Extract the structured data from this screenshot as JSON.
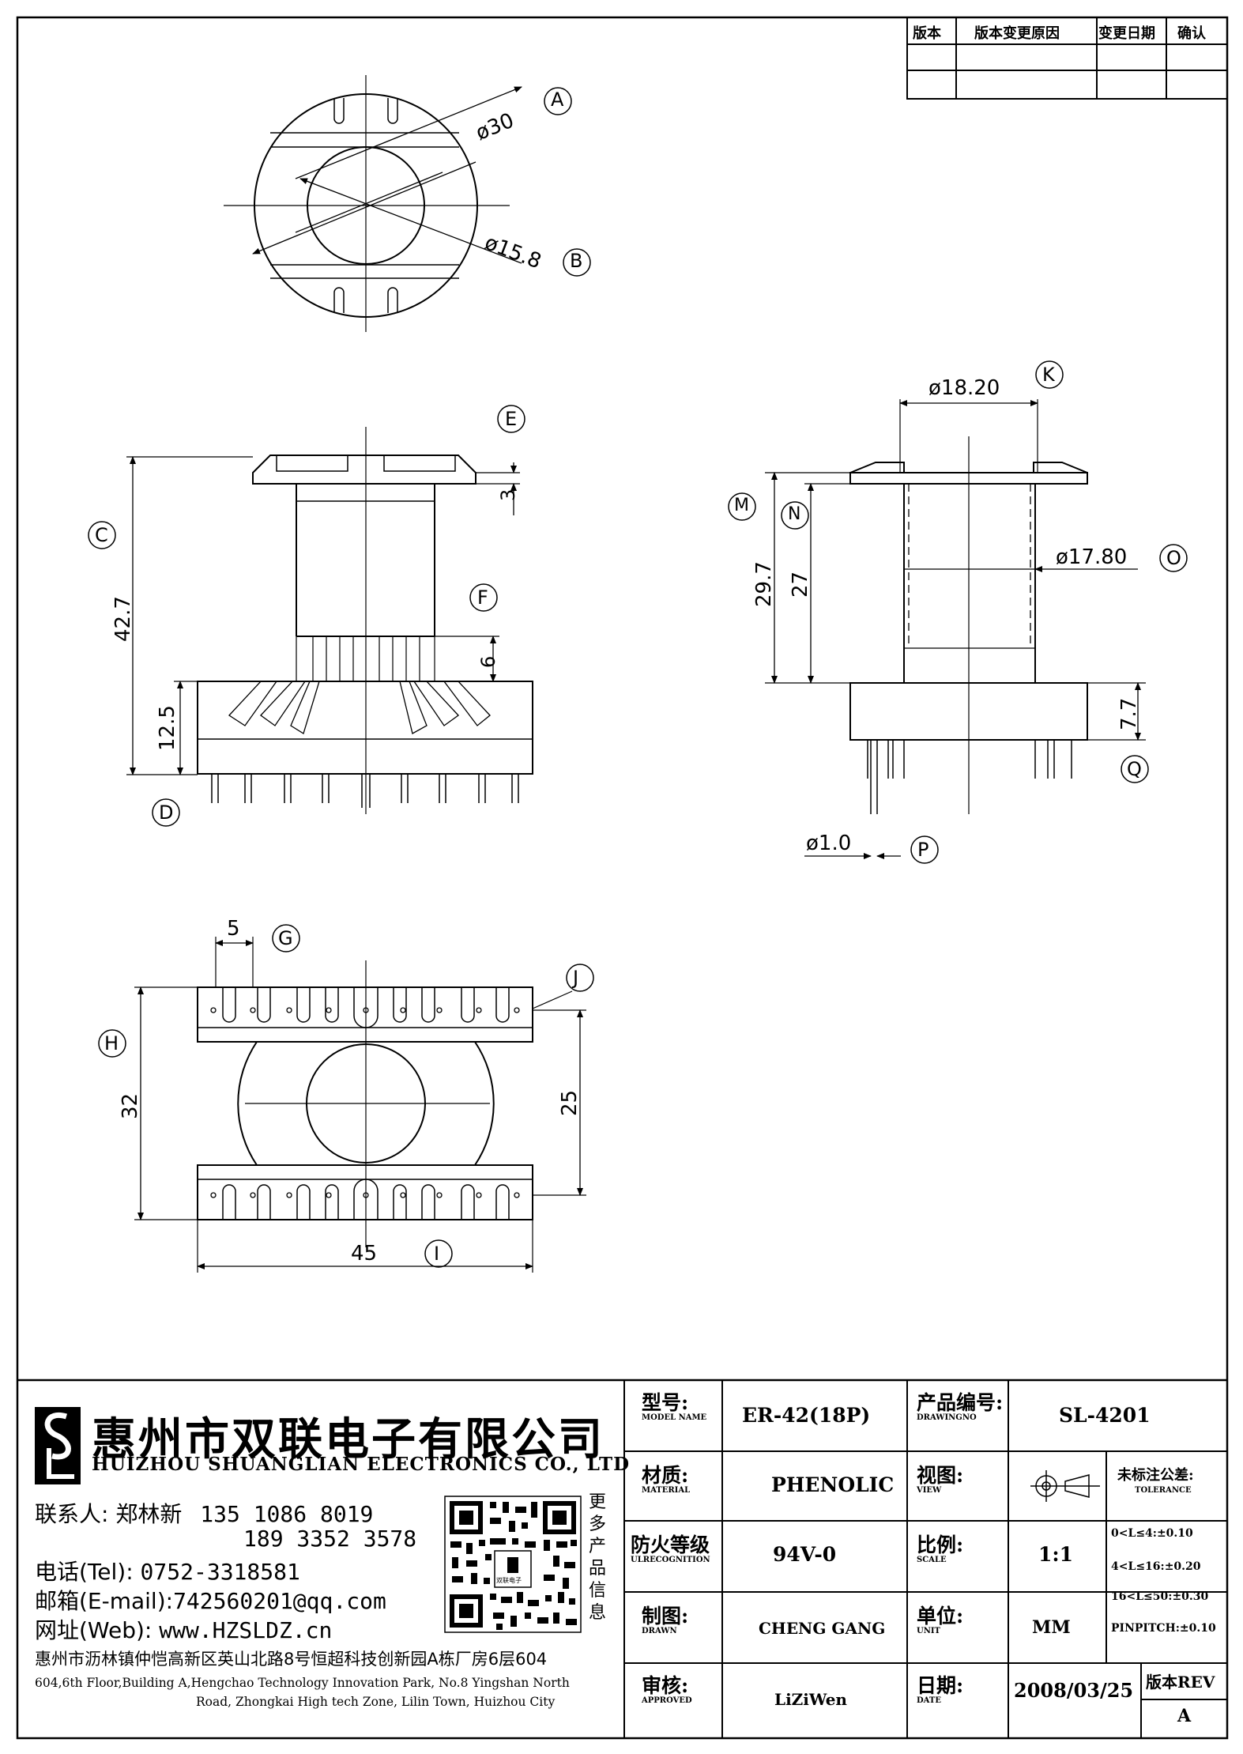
{
  "revision_table": {
    "headers": [
      "版本",
      "版本变更原因",
      "变更日期",
      "确认"
    ]
  },
  "dimensions": {
    "top_view": {
      "A": "A",
      "B": "B",
      "outer_dia": "ø30",
      "inner_dia": "ø15.8"
    },
    "front_view": {
      "C": "C",
      "D": "D",
      "E": "E",
      "F": "F",
      "total_height": "42.7",
      "flange": "3",
      "pin_step": "6",
      "base": "12.5"
    },
    "side_view": {
      "K": "K",
      "M": "M",
      "N": "N",
      "O": "O",
      "P": "P",
      "Q": "Q",
      "flange_dia": "ø18.20",
      "core_dia": "ø17.80",
      "height_m": "29.7",
      "height_n": "27",
      "base_height": "7.7",
      "pin_dia": "ø1.0"
    },
    "bottom_view": {
      "G": "G",
      "H": "H",
      "I": "I",
      "J": "J",
      "pitch": "5",
      "depth": "32",
      "pin_row": "25",
      "width": "45"
    }
  },
  "company": {
    "name_cn": "惠州市双联电子有限公司",
    "name_en": "HUIZHOU SHUANGLIAN ELECTRONICS CO., LTD",
    "contact_label": "联系人:",
    "contact_name": "郑林新",
    "phone1": "135 1086 8019",
    "phone2": "189 3352 3578",
    "tel_label": "电话(Tel):",
    "tel": "0752-3318581",
    "email_label": "邮箱(E-mail):",
    "email": "742560201@qq.com",
    "web_label": "网址(Web):",
    "web": "www.HZSLDZ.cn",
    "more_info": [
      "更",
      "多",
      "产",
      "品",
      "信",
      "息"
    ],
    "qr_caption": "双联电子",
    "address_cn": "惠州市沥林镇仲恺高新区英山北路8号恒超科技创新园A栋厂房6层604",
    "address_en_1": "604,6th Floor,Building A,Hengchao Technology Innovation Park, No.8 Yingshan North",
    "address_en_2": "Road, Zhongkai High tech Zone, Lilin Town, Huizhou City"
  },
  "title_block": {
    "model_label_cn": "型号:",
    "model_label_en": "MODEL NAME",
    "model": "ER-42(18P)",
    "drawing_label_cn": "产品编号:",
    "drawing_label_en": "DRAWINGNO",
    "drawing_no": "SL-4201",
    "material_label_cn": "材质:",
    "material_label_en": "MATERIAL",
    "material": "PHENOLIC",
    "view_label_cn": "视图:",
    "view_label_en": "VIEW",
    "tolerance_label_cn": "未标注公差:",
    "tolerance_label_en": "TOLERANCE",
    "tolerances": [
      "0<L≤4:±0.10",
      "4<L≤16:±0.20",
      "16<L≤50:±0.30",
      "PINPITCH:±0.10"
    ],
    "ul_label_cn": "防火等级",
    "ul_label_en": "ULRECOGNITION",
    "ul": "94V-0",
    "scale_label_cn": "比例:",
    "scale_label_en": "SCALE",
    "scale": "1:1",
    "drawn_label_cn": "制图:",
    "drawn_label_en": "DRAWN",
    "drawn": "CHENG GANG",
    "unit_label_cn": "单位:",
    "unit_label_en": "UNIT",
    "unit": "MM",
    "approved_label_cn": "审核:",
    "approved_label_en": "APPROVED",
    "approved": "LiZiWen",
    "date_label_cn": "日期:",
    "date_label_en": "DATE",
    "date": "2008/03/25",
    "rev_label": "版本REV",
    "rev": "A"
  }
}
